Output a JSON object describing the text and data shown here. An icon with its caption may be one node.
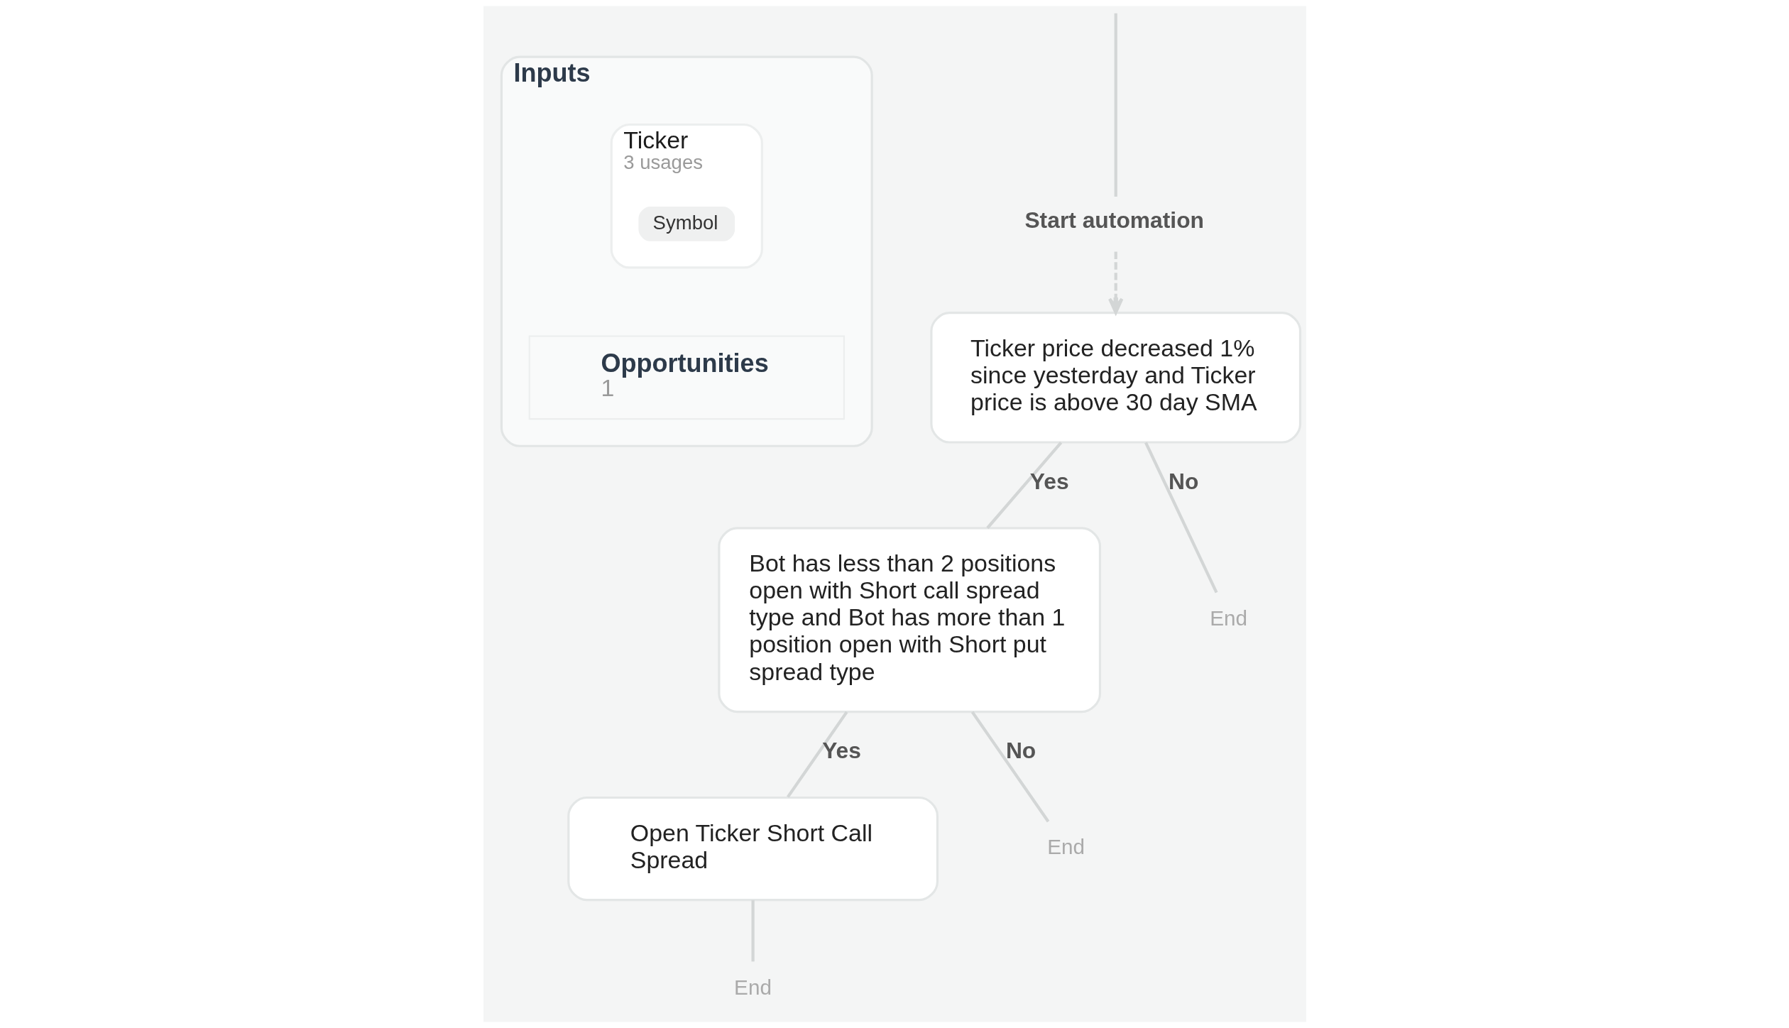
{
  "diagram": {
    "nodes": [
      {
        "text": [
          "Inputs"
        ]
      },
      {
        "text": [
          "Ticker",
          "3 usages"
        ],
        "in": 0
      },
      {
        "text": [
          "Symbol"
        ],
        "in": 1
      },
      {
        "text": [
          "Opportunities",
          "1"
        ],
        "in": 0
      },
      {
        "text": [
          "Start automation"
        ]
      },
      {
        "text": [
          "Ticker price decreased 1% since yesterday and Ticker price is above 30 day SMA"
        ]
      },
      {
        "text": [
          "Bot has less than 2 positions open with Short call spread type and Bot has more than 1 position open with Short put spread type"
        ]
      },
      {
        "text": [
          "End"
        ]
      },
      {
        "text": [
          "Open Ticker Short Call Spread"
        ]
      },
      {
        "text": [
          "End"
        ]
      },
      {
        "text": [
          "End"
        ]
      }
    ],
    "edges": [
      {
        "from": null,
        "to": 4,
        "arrow": "none"
      },
      {
        "from": 4,
        "to": 5,
        "arrow": "to",
        "style": "dashed"
      },
      {
        "from": 5,
        "to": 6,
        "arrow": "none",
        "label": "Yes"
      },
      {
        "from": 5,
        "to": 7,
        "arrow": "none",
        "label": "No"
      },
      {
        "from": 6,
        "to": 8,
        "arrow": "none",
        "label": "Yes"
      },
      {
        "from": 6,
        "to": 9,
        "arrow": "none",
        "label": "No"
      },
      {
        "from": 8,
        "to": 10,
        "arrow": "none"
      }
    ]
  }
}
